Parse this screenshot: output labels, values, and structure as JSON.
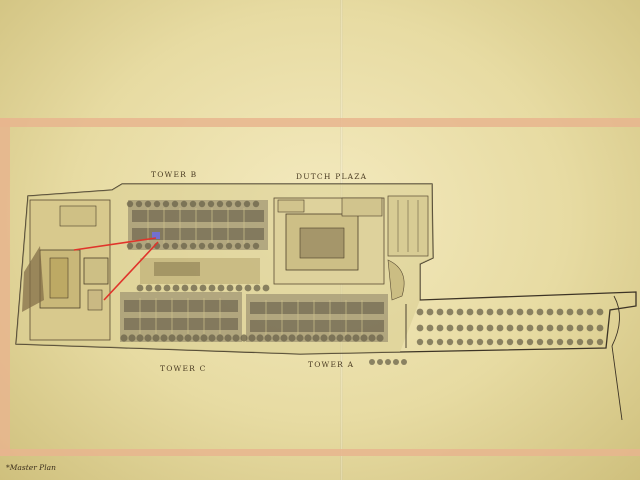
{
  "labels": {
    "tower_b": "TOWER B",
    "dutch_plaza": "DUTCH PLAZA",
    "tower_c": "TOWER C",
    "tower_a": "TOWER A",
    "master_plan": "*Master Plan"
  },
  "colors": {
    "paper": "#efe5b4",
    "band": "#e8b58e",
    "building": "#6f6650",
    "trees": "#6b634a",
    "marker": "#e0342b"
  }
}
